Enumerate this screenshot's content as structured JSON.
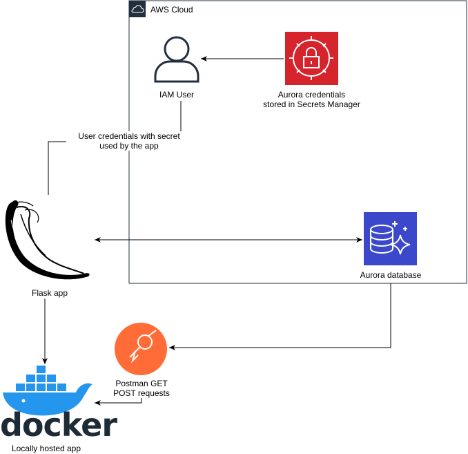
{
  "cloud": {
    "title": "AWS Cloud"
  },
  "nodes": {
    "iam_user": {
      "label": "IAM User"
    },
    "secrets": {
      "label_line1": "Aurora credentials",
      "label_line2": "stored in Secrets Manager"
    },
    "flask": {
      "label": "Flask app"
    },
    "aurora": {
      "label": "Aurora database"
    },
    "postman": {
      "label_line1": "Postman GET",
      "label_line2": "POST requests"
    },
    "docker": {
      "wordmark": "docker",
      "label": "Locally hosted app"
    }
  },
  "edges": {
    "creds": {
      "label_line1": "User credentials with secret",
      "label_line2": "used by the app"
    }
  },
  "colors": {
    "secrets_bg": "#d6242d",
    "aurora_bg": "#3b48cc",
    "postman": "#ff6c37",
    "docker": "#2496ed",
    "line": "#000000"
  },
  "icons": {
    "cloud": "cloud-icon",
    "user": "user-icon",
    "lock": "lock-icon",
    "database": "database-icon",
    "flask": "flask-horn-icon",
    "postman": "postman-astronaut-icon",
    "docker": "docker-whale-icon"
  }
}
